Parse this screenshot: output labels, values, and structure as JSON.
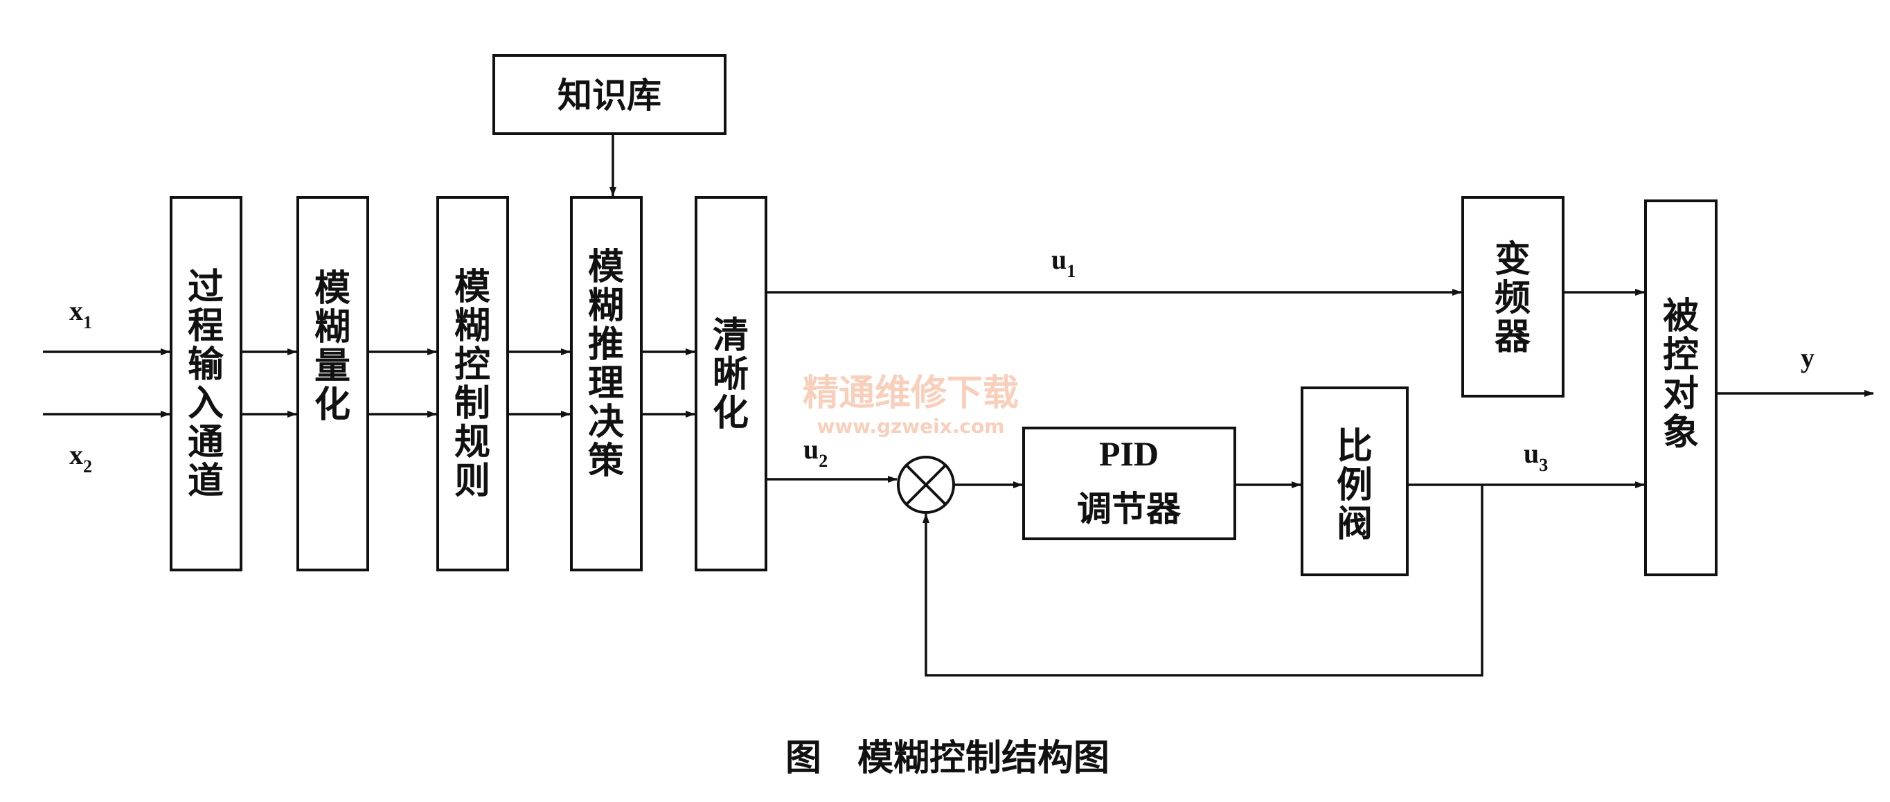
{
  "blocks": {
    "process_input": "过程输入通道",
    "fuzzify": "模糊量化",
    "rules": "模糊控制规则",
    "inference": "模糊推理决策",
    "defuzzify": "清晰化",
    "knowledge_base": "知识库",
    "inverter": "变频器",
    "pid_line1": "PID",
    "pid_line2": "调节器",
    "valve": "比例阀",
    "plant": "被控对象"
  },
  "signals": {
    "x1": {
      "main": "x",
      "sub": "1"
    },
    "x2": {
      "main": "x",
      "sub": "2"
    },
    "u1": {
      "main": "u",
      "sub": "1"
    },
    "u2": {
      "main": "u",
      "sub": "2"
    },
    "u3": {
      "main": "u",
      "sub": "3"
    },
    "y": "y"
  },
  "caption": "图　模糊控制结构图",
  "watermark": {
    "line1": "精通维修下载",
    "line2": "www.gzweix.com"
  }
}
